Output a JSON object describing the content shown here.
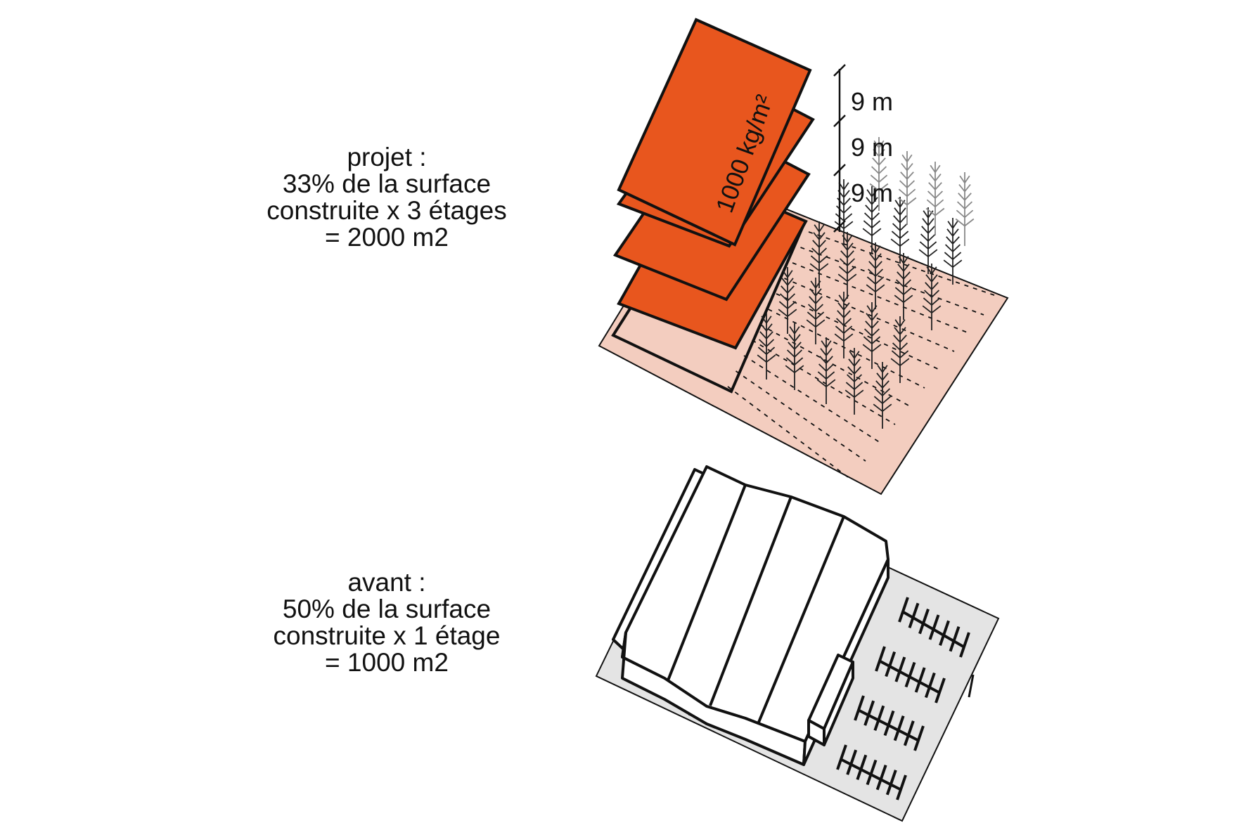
{
  "projet": {
    "lines": [
      "projet :",
      "33% de la surface",
      "construite x 3 étages",
      "= 2000 m2"
    ],
    "load_label": "1000 kg/m²",
    "floor_heights": [
      "9 m",
      "9 m",
      "9 m"
    ]
  },
  "avant": {
    "lines": [
      "avant :",
      "50% de la surface",
      "construite x 1 étage",
      "= 1000 m2"
    ]
  },
  "colors": {
    "slab": "#e8561e",
    "plot_pink": "#f3cdbf",
    "plot_grey": "#e4e4e4",
    "stroke": "#111111"
  }
}
